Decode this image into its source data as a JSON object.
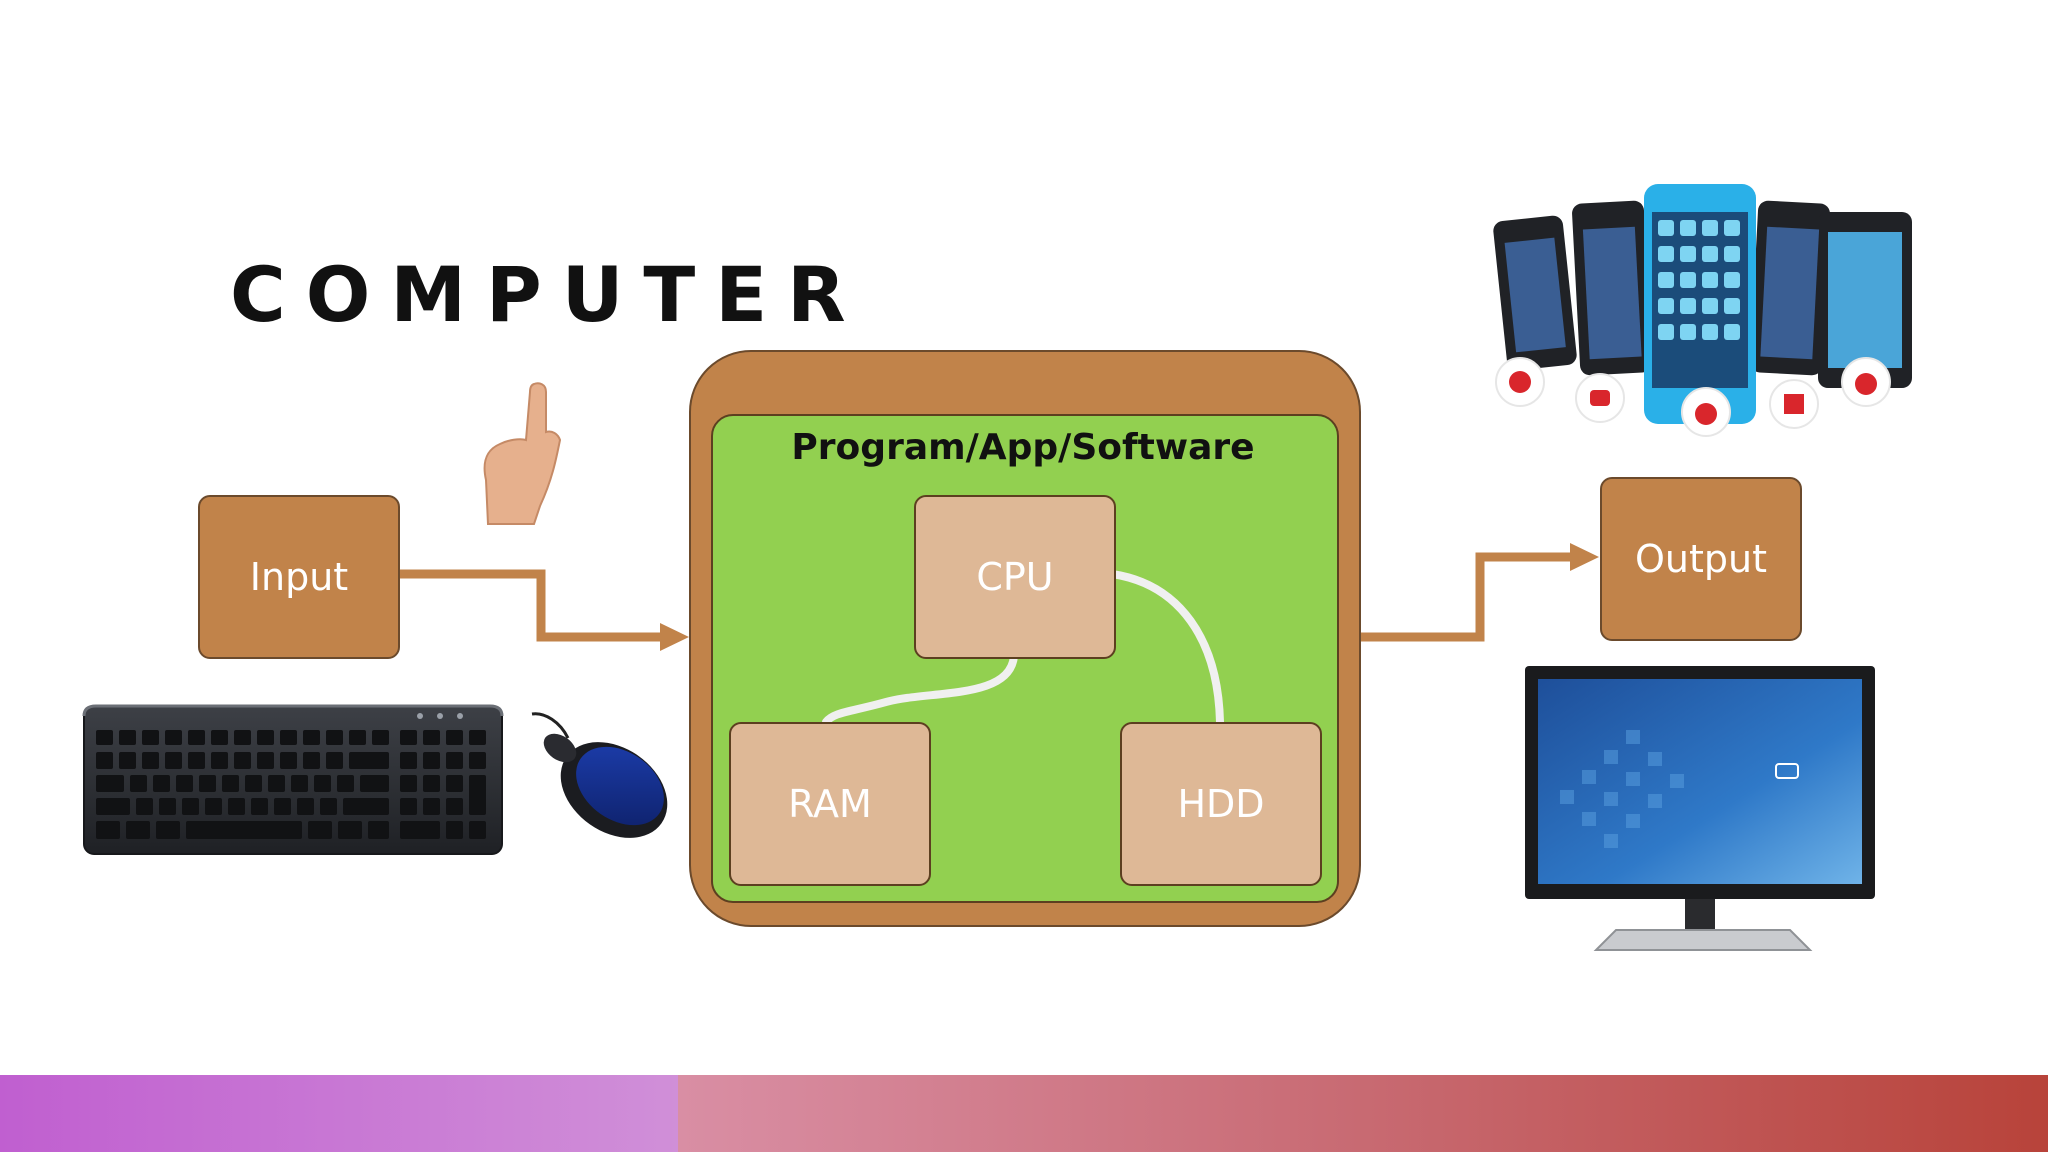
{
  "title": "COMPUTER",
  "input": {
    "label": "Input"
  },
  "output": {
    "label": "Output"
  },
  "program": {
    "label": "Program/App/Software"
  },
  "components": {
    "cpu": "CPU",
    "ram": "RAM",
    "hdd": "HDD"
  },
  "colors": {
    "box_fill": "#c1834a",
    "panel_green": "#92d050",
    "component_fill": "#deb896",
    "connector_line": "#f0f0f0",
    "arrow": "#c1834a"
  },
  "images": {
    "hand": "pointing-hand-icon",
    "keyboard": "keyboard-icon",
    "mouse": "mouse-icon",
    "phones": "smartphones-icon",
    "monitor": "monitor-icon"
  }
}
